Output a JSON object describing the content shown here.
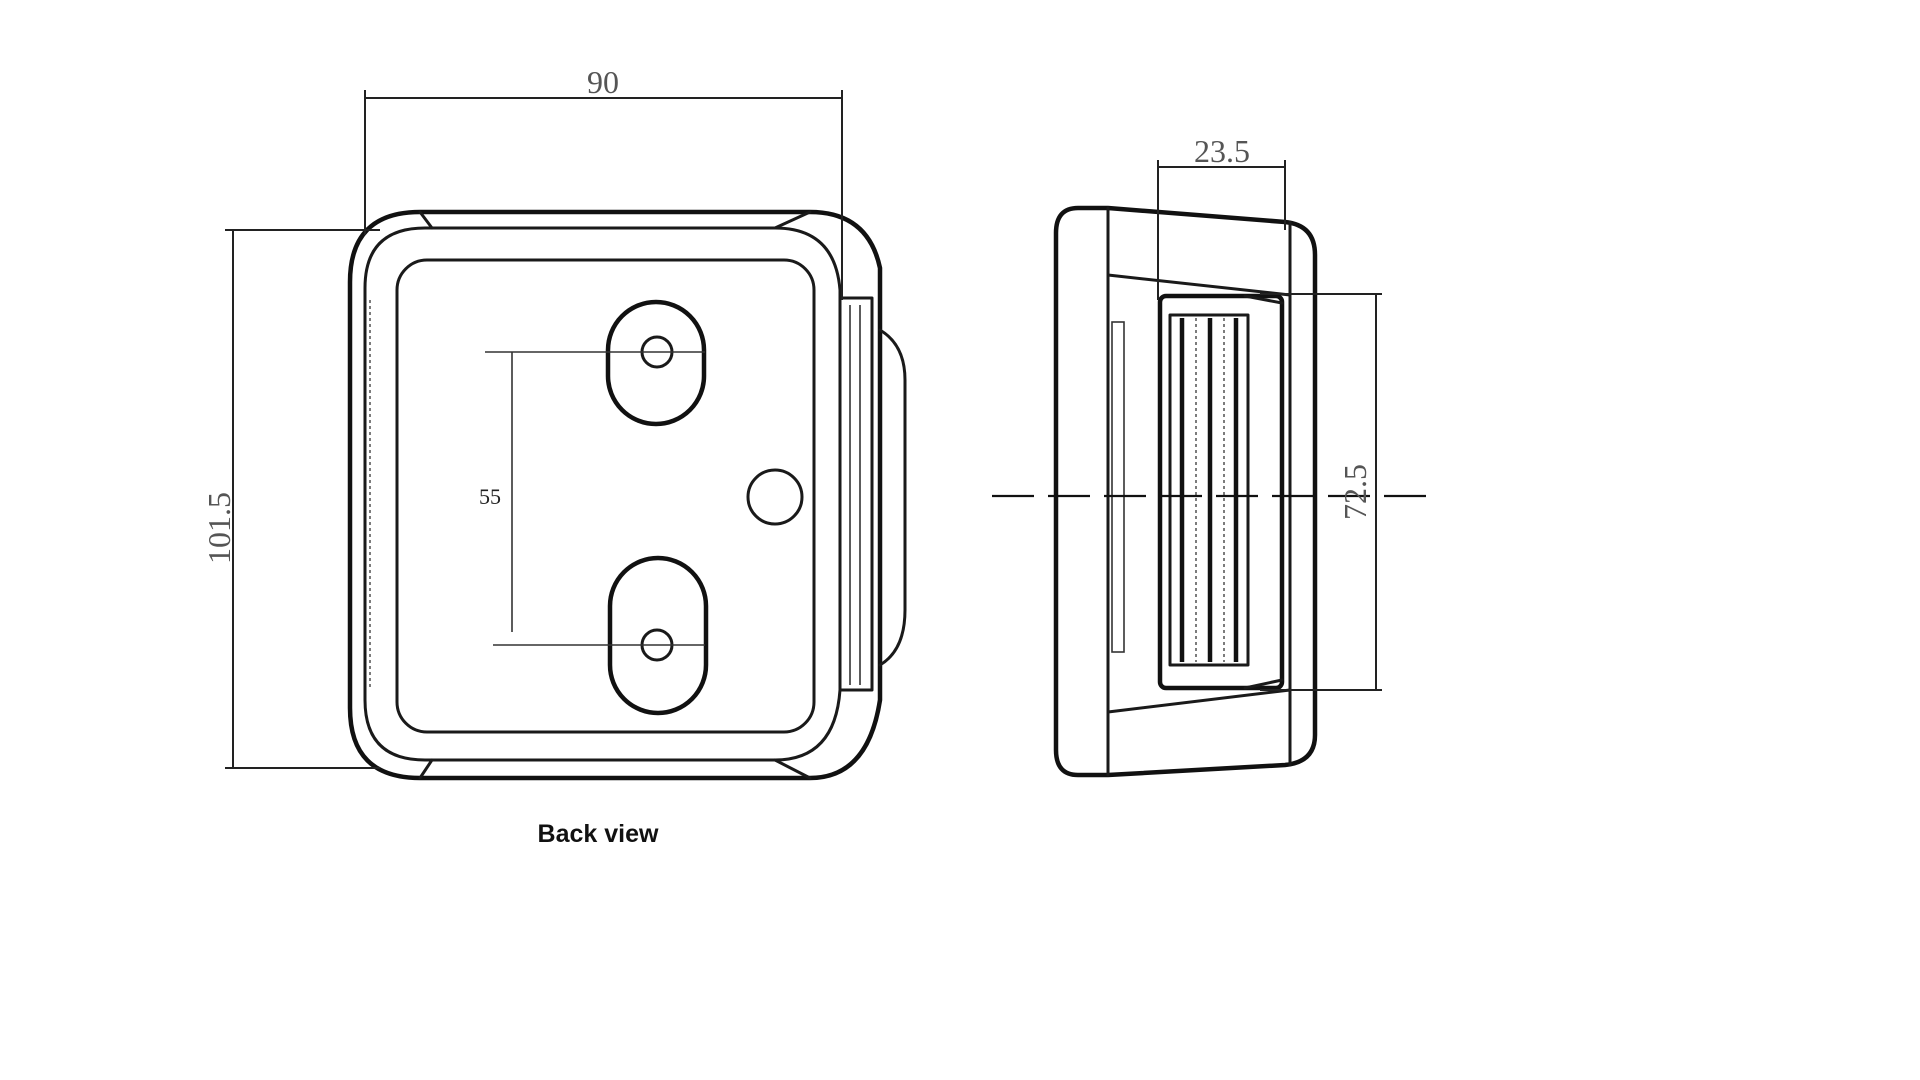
{
  "back_view": {
    "dimensions": {
      "width": "90",
      "height": "101.5",
      "hole_spacing": "55"
    },
    "caption": "Back view"
  },
  "side_view": {
    "dimensions": {
      "depth": "23.5",
      "connector_height": "72.5"
    }
  }
}
